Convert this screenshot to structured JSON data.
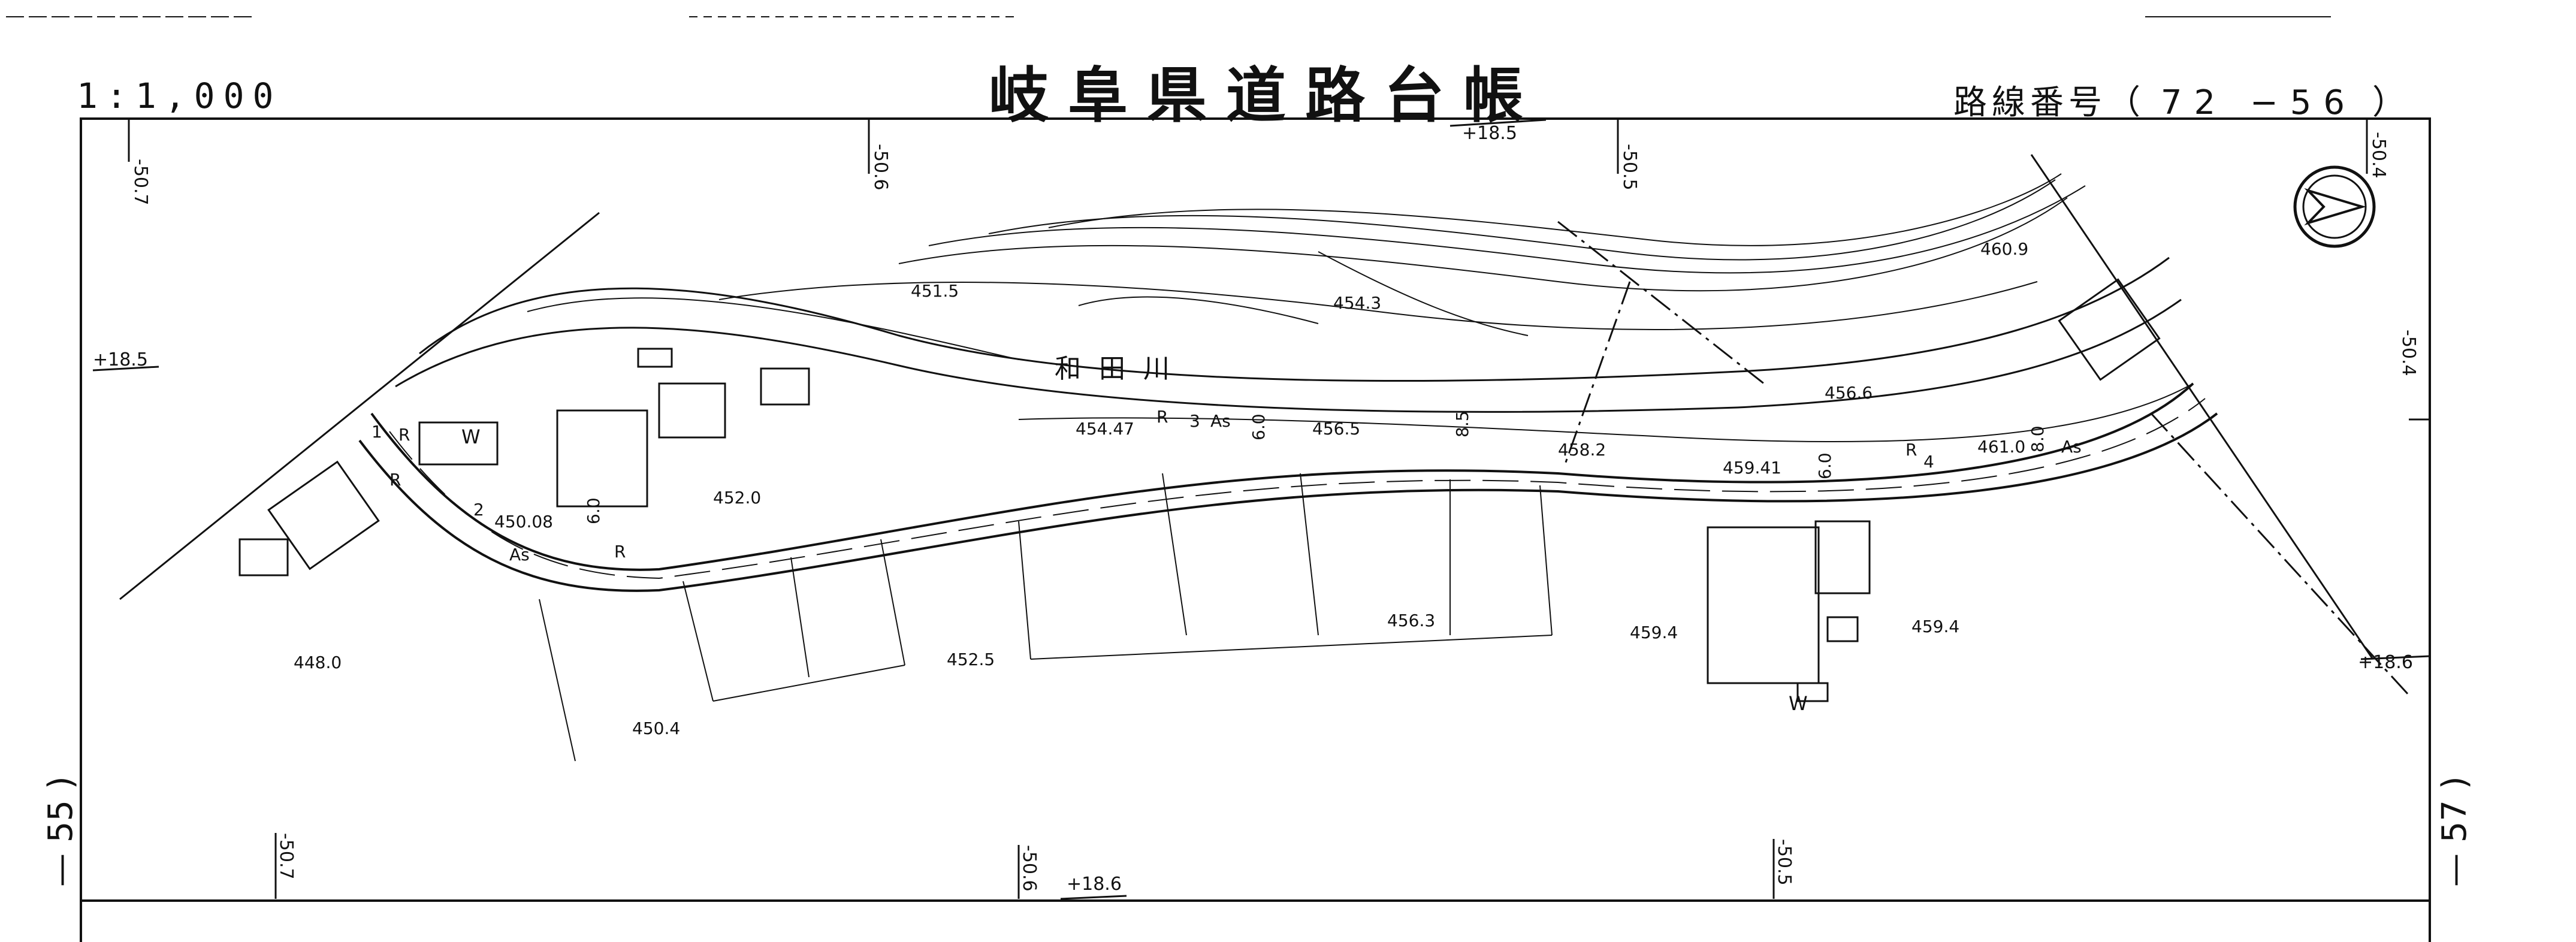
{
  "header": {
    "scale": "1:1,000",
    "title": "岐阜県道路台帳",
    "route_label": "路線番号（",
    "route_number": "72 −56",
    "route_close": "）"
  },
  "side_labels": {
    "left": "— 55 )",
    "right": "— 57 )"
  },
  "grid_labels": {
    "top": [
      "-50.7",
      "-50.6",
      "+18.5",
      "-50.5",
      "-50.4"
    ],
    "left": "+18.5",
    "right_top": "-50.4",
    "right_bottom": "+18.6",
    "bottom": [
      "-50.7",
      "-50.6",
      "+18.6",
      "-50.5"
    ]
  },
  "river_name": "和田川",
  "road_labels": {
    "as": [
      "As",
      "As",
      "As"
    ],
    "r": [
      "R",
      "R",
      "R",
      "R",
      "R"
    ],
    "r_numbers": [
      "2",
      "3",
      "4",
      "1"
    ],
    "widths": [
      "6.0",
      "6.0",
      "8.5",
      "6.0",
      "8.0"
    ]
  },
  "symbols": {
    "w": [
      "W",
      "W"
    ]
  },
  "elevations": [
    "451.5",
    "454.3",
    "460.9",
    "456.6",
    "454.47",
    "456.5",
    "458.2",
    "459.41",
    "461.0",
    "452.0",
    "450.08",
    "448.0",
    "456.3",
    "452.5",
    "450.4",
    "459.4",
    "459.4"
  ],
  "colors": {
    "ink": "#111111",
    "paper": "#ffffff"
  }
}
